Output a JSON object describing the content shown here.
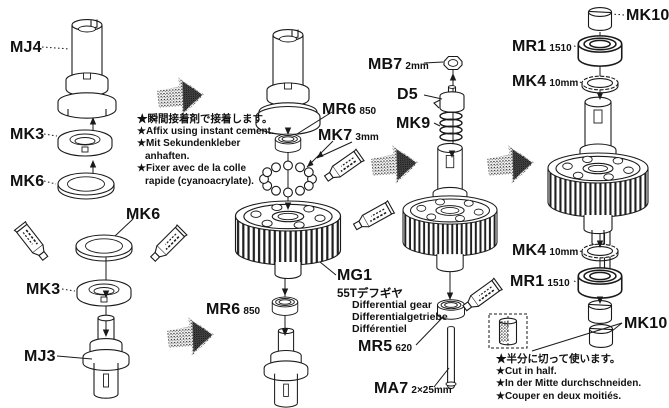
{
  "figure": {
    "background": "#ffffff",
    "ink": "#1a1a1a",
    "description": "Exploded assembly diagram of a differential gear unit"
  },
  "labels": {
    "mj4": {
      "code": "MJ4"
    },
    "mk3": {
      "code": "MK3"
    },
    "mk6": {
      "code": "MK6"
    },
    "mj3": {
      "code": "MJ3"
    },
    "mr6": {
      "code": "MR6",
      "size": "850"
    },
    "mk7": {
      "code": "MK7",
      "size": "3mm"
    },
    "mg1": {
      "code": "MG1",
      "name_jp": "55Tデフギヤ",
      "name_en": "Differential gear",
      "name_de": "Differentialgetriebe",
      "name_fr": "Différentiel"
    },
    "mb7": {
      "code": "MB7",
      "size": "2mm"
    },
    "d5": {
      "code": "D5"
    },
    "mk9": {
      "code": "MK9"
    },
    "mr5": {
      "code": "MR5",
      "size": "620"
    },
    "ma7": {
      "code": "MA7",
      "size": "2×25mm"
    },
    "mk10": {
      "code": "MK10"
    },
    "mr1": {
      "code": "MR1",
      "size": "1510"
    },
    "mk4": {
      "code": "MK4",
      "size": "10mm"
    }
  },
  "notes": {
    "cement": {
      "lines": [
        "★瞬間接着剤で接着します。",
        "★Affix using instant cement.",
        "★Mit Sekundenkleber",
        "anhaften.",
        "★Fixer avec de la colle",
        "rapide (cyanoacrylate)."
      ]
    },
    "cut": {
      "lines": [
        "★半分に切って使います。",
        "★Cut in half.",
        "★In der Mitte durchschneiden.",
        "★Couper en deux moitiés."
      ]
    }
  }
}
